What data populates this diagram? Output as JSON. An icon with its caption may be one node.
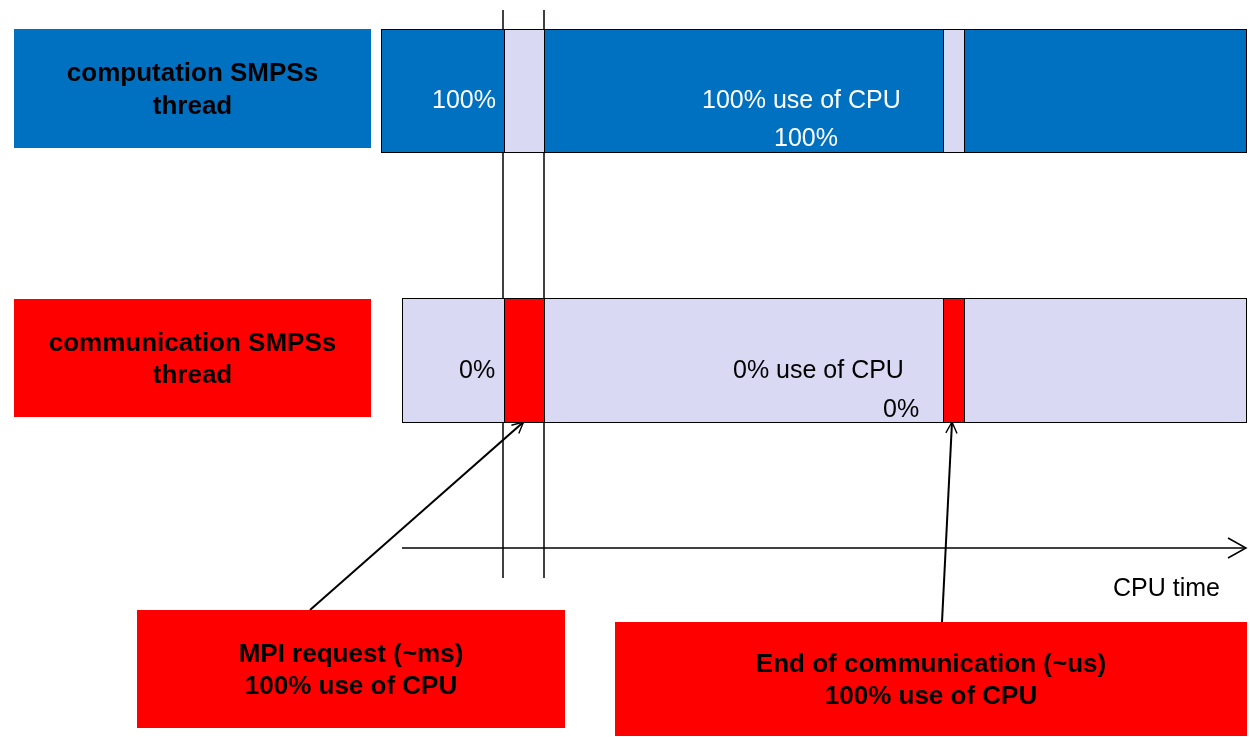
{
  "diagram": {
    "nodes": [
      {
        "text": [
          "computation SMPSs thread"
        ]
      },
      {
        "text": [
          "100%",
          "100% use of CPU",
          "100%"
        ]
      },
      {
        "text": [],
        "shape": "bar",
        "in": 1
      },
      {
        "text": [],
        "shape": "bar",
        "in": 1
      },
      {
        "text": [
          "communication SMPSs thread"
        ]
      },
      {
        "text": [
          "0%",
          "0% use of CPU",
          "0%"
        ]
      },
      {
        "text": [],
        "shape": "bar",
        "in": 5
      },
      {
        "text": [],
        "shape": "bar",
        "in": 5
      },
      {
        "text": [
          "MPI request (~ms) 100% use of CPU"
        ]
      },
      {
        "text": [
          "End of communication (~us) 100% use of CPU"
        ]
      }
    ],
    "edges": [
      {
        "from": 8,
        "to": 6,
        "arrow": "to"
      },
      {
        "from": 9,
        "to": 7,
        "arrow": "to"
      }
    ],
    "labels": [
      "CPU time"
    ]
  }
}
